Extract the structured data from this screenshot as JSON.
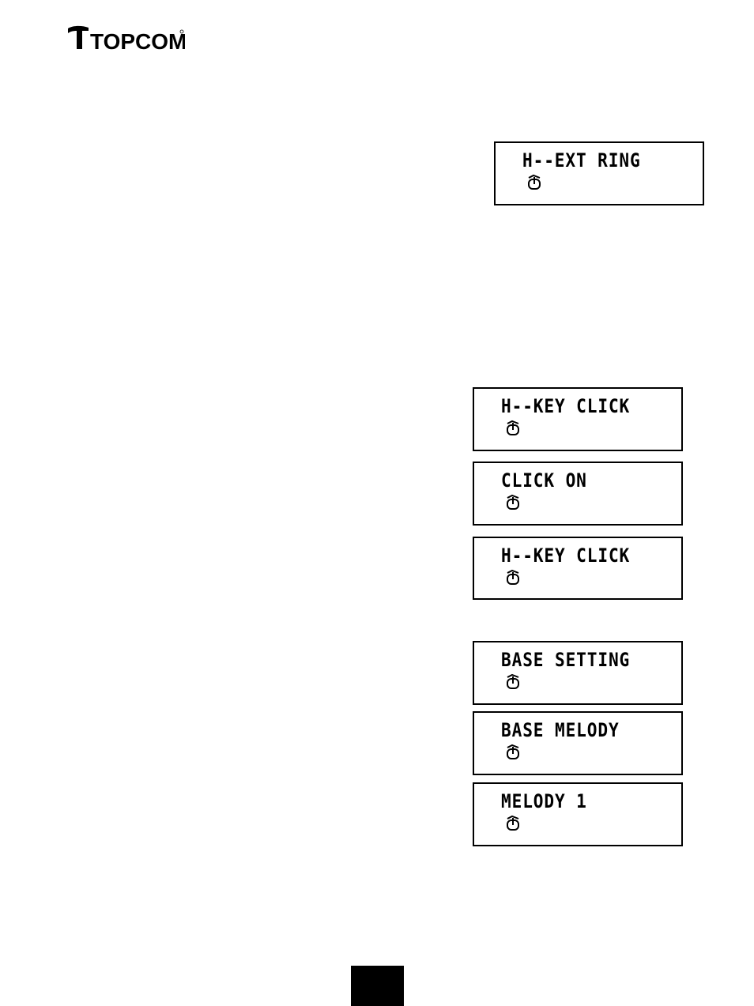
{
  "header": {
    "logo_text": "TOPCOM"
  },
  "displays": [
    {
      "text": "H--EXT RING",
      "icon": "handset-lock-icon"
    },
    {
      "text": "H--KEY CLICK",
      "icon": "handset-lock-icon"
    },
    {
      "text": "CLICK ON",
      "icon": "handset-lock-icon"
    },
    {
      "text": "H--KEY CLICK",
      "icon": "handset-lock-icon"
    },
    {
      "text": "BASE SETTING",
      "icon": "handset-lock-icon"
    },
    {
      "text": "BASE MELODY",
      "icon": "handset-lock-icon"
    },
    {
      "text": "MELODY 1",
      "icon": "handset-lock-icon"
    }
  ],
  "colors": {
    "ink": "#000000",
    "paper": "#ffffff"
  }
}
